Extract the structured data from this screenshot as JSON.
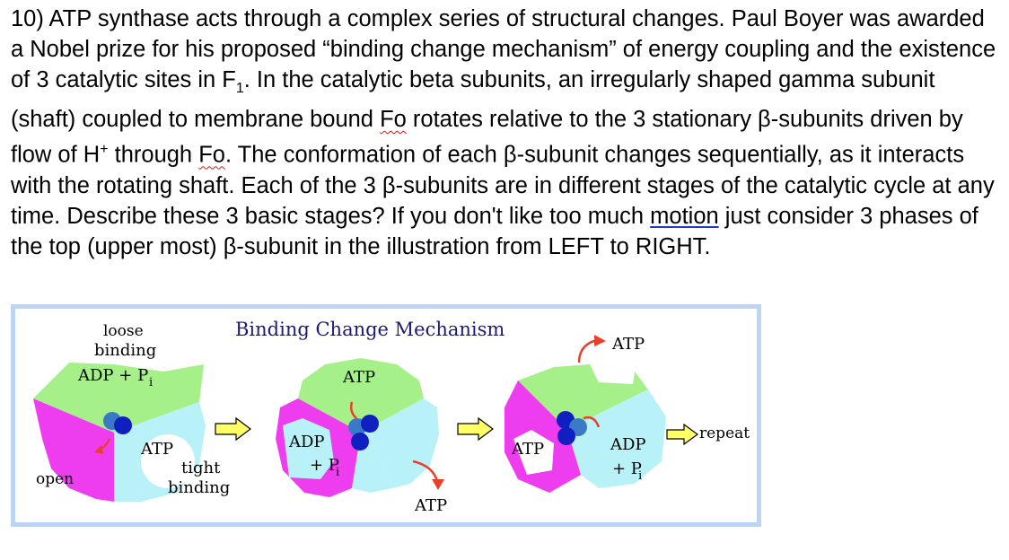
{
  "question": {
    "seg1": "10) ATP synthase acts through a complex series of structural changes. Paul Boyer was awarded a Nobel prize for his proposed “binding change mechanism” of energy coupling and the existence of 3 catalytic sites in F",
    "sub1": "1",
    "seg2": ". In the catalytic beta subunits, an irregularly shaped gamma subunit (shaft) coupled to membrane bound ",
    "fo1": "Fo",
    "seg3": " rotates relative to the 3 stationary β-subunits driven by flow of H",
    "sup1": "+",
    "seg4": " through ",
    "fo2": "Fo",
    "seg5": ". The conformation of each β-subunit changes sequentially, as it interacts with the rotating shaft. Each of the 3 β-subunits are in different stages of the catalytic cycle at any time. Describe these 3 basic stages? If you don't like too much ",
    "link": "motion",
    "seg6": " just consider 3 phases of the top (upper most) β-subunit in the illustration from LEFT to RIGHT."
  },
  "figure": {
    "title": "Binding Change Mechanism",
    "panel1": {
      "loose1": "loose",
      "loose2": "binding",
      "adp": "ADP + P",
      "adp_sub": "i",
      "atp": "ATP",
      "tight1": "tight",
      "tight2": "binding",
      "open": "open"
    },
    "panel2": {
      "atp_top": "ATP",
      "adp": "ADP",
      "pi": "+ P",
      "pi_sub": "i",
      "atp_out": "ATP"
    },
    "panel3": {
      "atp_top": "ATP",
      "atp": "ATP",
      "adp": "ADP",
      "pi": "+ P",
      "pi_sub": "i"
    },
    "repeat": "repeat",
    "colors": {
      "green": "#a6f08a",
      "cyan": "#b8f2f8",
      "magenta": "#ee3cef",
      "dark_dot": "#1020c0",
      "light_dot": "#3a78c8",
      "red_arrow": "#e8402a",
      "yellow_arrow": "#ffff66"
    }
  }
}
